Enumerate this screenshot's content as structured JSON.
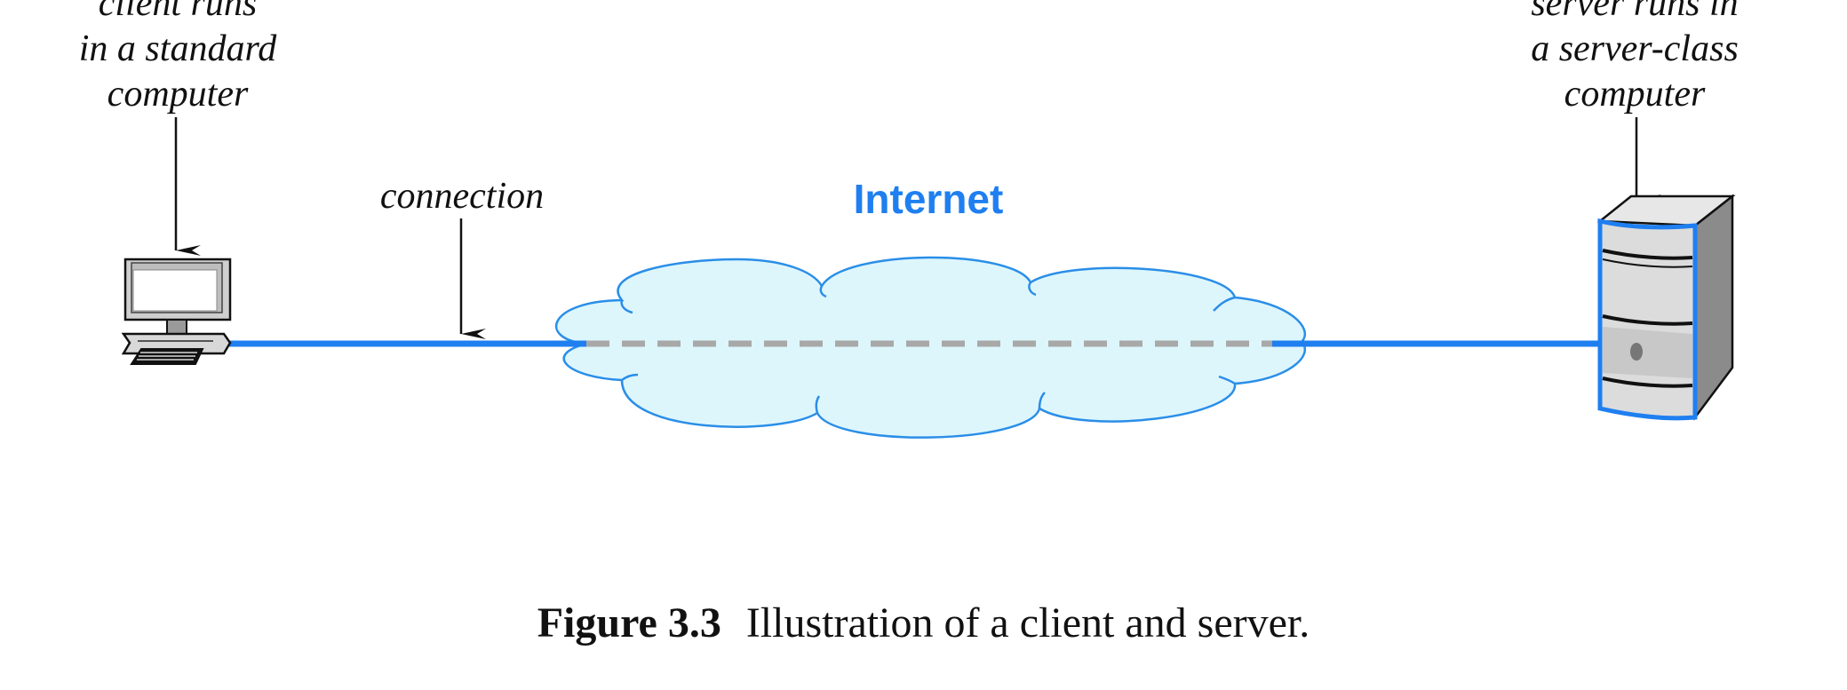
{
  "labels": {
    "client": [
      "client runs",
      "in a standard",
      "computer"
    ],
    "server": [
      "server runs in",
      "a server-class",
      "computer"
    ],
    "connection": "connection",
    "internet": "Internet"
  },
  "caption": {
    "number": "Figure 3.3",
    "text": "Illustration of a client and server."
  },
  "colors": {
    "link": "#1f7ff0",
    "cloud_fill": "#ddf6fc",
    "cloud_stroke": "#2a8ee8",
    "tunnel": "#a8a8a8",
    "internet_text": "#1f7ff0"
  },
  "icons": {
    "client": "desktop-computer-icon",
    "server": "server-tower-icon",
    "network": "cloud-icon"
  }
}
